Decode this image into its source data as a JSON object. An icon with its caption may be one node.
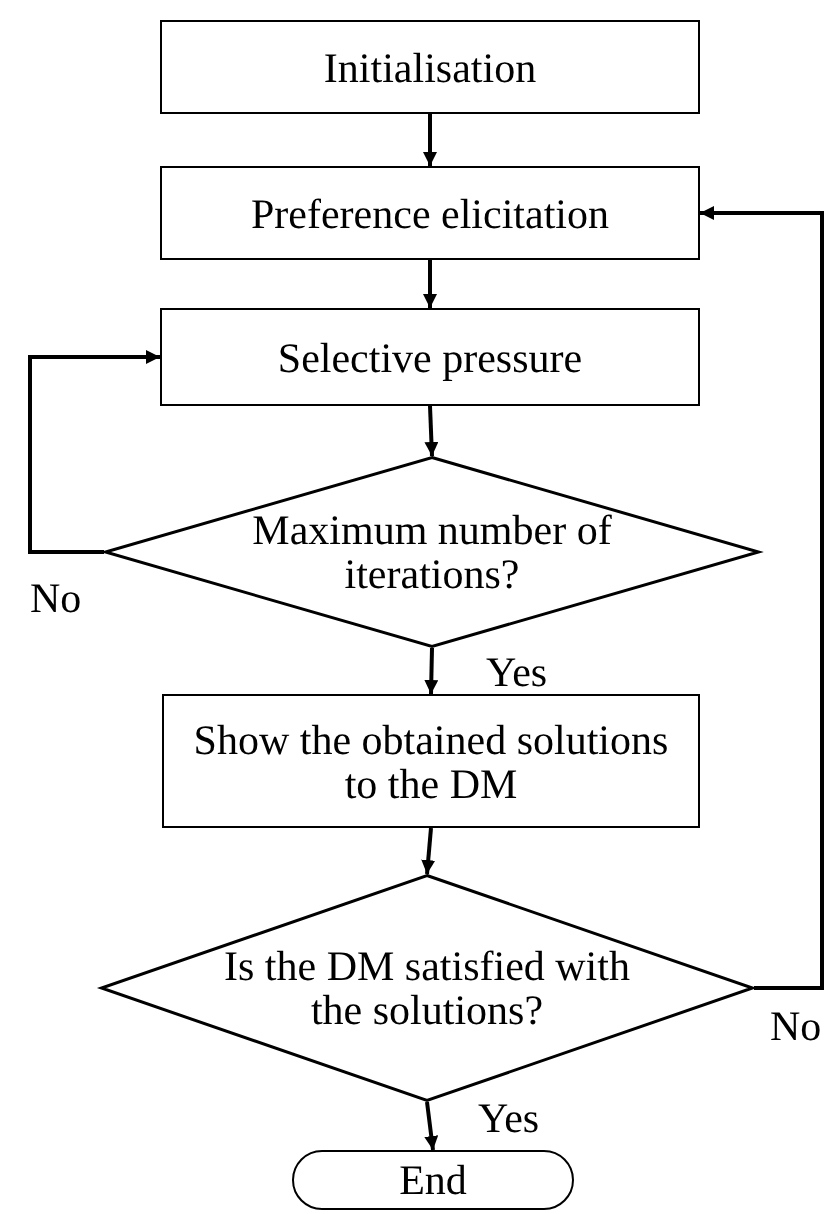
{
  "diagram": {
    "nodes": [
      {
        "text": [
          "Initialisation"
        ]
      },
      {
        "text": [
          "Preference elicitation"
        ]
      },
      {
        "text": [
          "Selective pressure"
        ]
      },
      {
        "text": [
          "Maximum number of iterations?"
        ]
      },
      {
        "text": [
          "Show the obtained solutions to the DM"
        ]
      },
      {
        "text": [
          "Is the DM satisfied with the solutions?"
        ]
      },
      {
        "text": [
          "End"
        ]
      }
    ],
    "edges": [
      {
        "from": 0,
        "to": 1,
        "arrow": "to"
      },
      {
        "from": 1,
        "to": 2,
        "arrow": "to"
      },
      {
        "from": 2,
        "to": 3,
        "arrow": "to"
      },
      {
        "from": 3,
        "to": 2,
        "arrow": "to",
        "label": "No"
      },
      {
        "from": 3,
        "to": 4,
        "arrow": "to",
        "label": "Yes"
      },
      {
        "from": 4,
        "to": 5,
        "arrow": "to"
      },
      {
        "from": 5,
        "to": 1,
        "arrow": "to",
        "label": "No"
      },
      {
        "from": 5,
        "to": 6,
        "arrow": "to",
        "label": "Yes"
      }
    ]
  }
}
